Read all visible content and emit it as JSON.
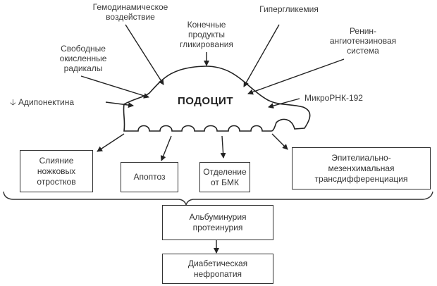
{
  "diagram": {
    "center_label": "ПОДОЦИТ",
    "factors": [
      {
        "id": "hemodynamic",
        "text": "Гемодинамическое\nвоздействие"
      },
      {
        "id": "age",
        "text": "Конечные\nпродукты\nгликирования"
      },
      {
        "id": "hyperglycemia",
        "text": "Гипергликемия"
      },
      {
        "id": "ras",
        "text": "Ренин-\nангиотензиновая\nсистема"
      },
      {
        "id": "radicals",
        "text": "Свободные\nокисленные\nрадикалы"
      },
      {
        "id": "adiponectin",
        "text": "Адипонектина",
        "prefix_icon": "down-arrow-icon"
      },
      {
        "id": "mirna",
        "text": "МикроРНК-192"
      }
    ],
    "outcomes": [
      {
        "id": "fusion",
        "text": "Слияние\nножковых\nотростков"
      },
      {
        "id": "apoptosis",
        "text": "Апоптоз"
      },
      {
        "id": "detachment",
        "text": "Отделение\nот БМК"
      },
      {
        "id": "emt",
        "text": "Эпителиально-\nмезенхимальная\nтрансдифференциация"
      }
    ],
    "result": "Альбуминурия\nпротеинурия",
    "final": "Диабетическая\nнефропатия"
  }
}
